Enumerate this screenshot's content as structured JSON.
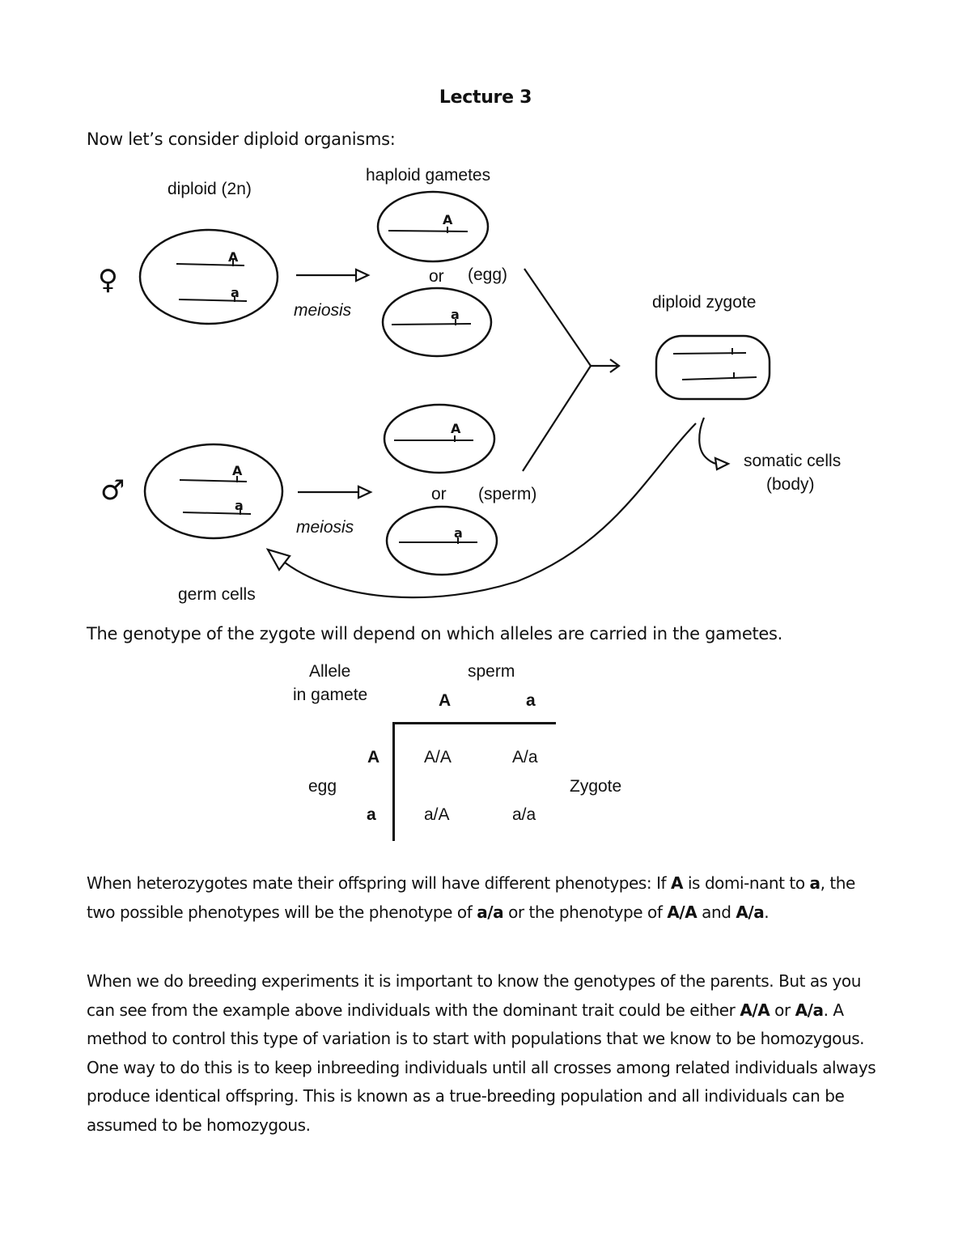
{
  "title": "Lecture 3",
  "intro": "Now let’s consider diploid organisms:",
  "diagram": {
    "diploid_label": "diploid (2n)",
    "haploid_label": "haploid gametes",
    "female_symbol": "♀",
    "male_symbol": "♂",
    "meiosis_label": "meiosis",
    "or_label": "or",
    "egg_label": "(egg)",
    "sperm_label": "(sperm)",
    "zygote_label": "diploid zygote",
    "somatic_label": "somatic cells",
    "body_label": "(body)",
    "germ_label": "germ cells",
    "allele_dominant": "A",
    "allele_recessive": "a"
  },
  "genotype_sentence": "The genotype of the zygote will depend on which alleles are carried in the gametes.",
  "punnett": {
    "corner_line1": "Allele",
    "corner_line2": "in gamete",
    "column_header": "sperm",
    "columns": [
      "A",
      "a"
    ],
    "row_header": "egg",
    "rows": [
      "A",
      "a"
    ],
    "cells": [
      [
        "A/A",
        "A/a"
      ],
      [
        "a/A",
        "a/a"
      ]
    ],
    "result_label": "Zygote"
  },
  "paragraph1": {
    "p1": "When heterozygotes mate their offspring will have different phenotypes: If ",
    "b1": "A",
    "p2": " is domi-nant to ",
    "b2": "a",
    "p3": ", the two possible phenotypes will be the phenotype of ",
    "b3": "a/a",
    "p4": " or the phenotype of ",
    "b4": "A/A",
    "p5": " and ",
    "b5": "A/a",
    "p6": "."
  },
  "paragraph2": {
    "p1": "When we do breeding experiments it is important to know the genotypes of the parents. But as you can see from the example above individuals with the dominant trait could be either ",
    "b1": "A/A",
    "p2": " or ",
    "b2": "A/a",
    "p3": ".  A method to control this type of variation is to start with populations that we know to be homozygous.  One way to do this is to keep inbreeding individuals until all crosses among related individuals always produce identical offspring.  This is known as a true-breeding population and all individuals can be assumed to be homozygous."
  }
}
